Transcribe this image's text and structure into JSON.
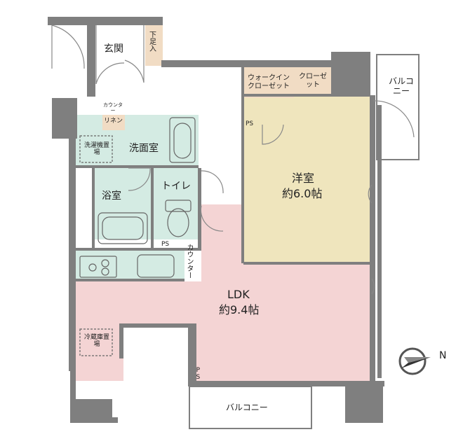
{
  "rooms": {
    "entrance": "玄関",
    "shoe_box": "下足入",
    "counter_small": "カウンター",
    "linen": "リネン",
    "washer_space": "洗濯機置場",
    "washroom": "洗面室",
    "bathroom": "浴室",
    "toilet": "トイレ",
    "ps_bath": "PS",
    "counter_kitchen": "カウンター",
    "walkin_closet": "ウォークインクローゼット",
    "closet": "クローゼット",
    "ps_room": "PS",
    "western_room": "洋室",
    "western_room_size": "約6.0帖",
    "ldk": "LDK",
    "ldk_size": "約9.4帖",
    "fridge_space": "冷蔵庫置場",
    "ps_ldk": "PS",
    "balcony_east": "バルコニー",
    "balcony_south": "バルコニー"
  },
  "compass": {
    "north_label": "N"
  },
  "colors": {
    "wall": "#7f7f7f",
    "ldk": "#f4d4d4",
    "western_room": "#efe5bd",
    "wet_area": "#d4ebe3",
    "storage": "#f1dcc4"
  }
}
